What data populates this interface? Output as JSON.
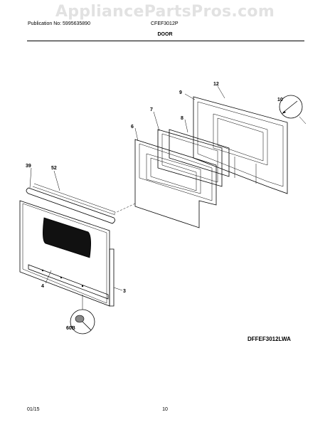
{
  "watermark": "AppliancePartsPros.com",
  "header": {
    "publication": "Publication No: 5995635890",
    "model": "CFEF3012P",
    "title": "DOOR"
  },
  "diagram_code": "DFFEF3012LWA",
  "footer": {
    "date": "01/15",
    "page": "10"
  },
  "callouts": [
    "12",
    "9",
    "8",
    "7",
    "6",
    "52",
    "39",
    "4",
    "3",
    "10",
    "60B"
  ]
}
